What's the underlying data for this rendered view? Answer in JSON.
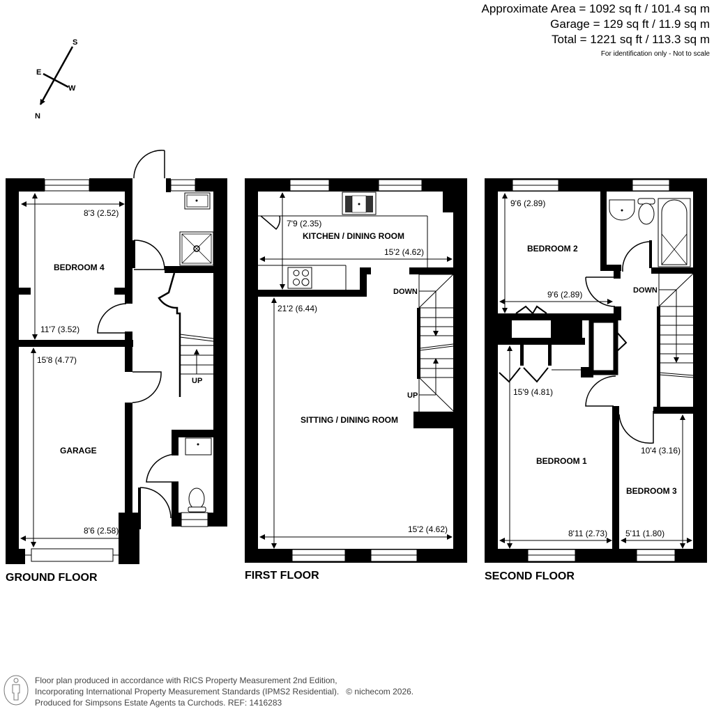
{
  "area_summary": {
    "approximate_area": "Approximate Area = 1092 sq ft / 101.4 sq m",
    "garage": "Garage = 129 sq ft / 11.9 sq m",
    "total": "Total = 1221 sq ft / 113.3 sq m",
    "disclaimer": "For identification only - Not to scale"
  },
  "compass": {
    "n": "N",
    "s": "S",
    "e": "E",
    "w": "W"
  },
  "floors": {
    "ground": {
      "title": "GROUND FLOOR",
      "rooms": {
        "bedroom4": {
          "label": "BEDROOM 4",
          "width": "8'3 (2.52)",
          "length": "11'7 (3.52)"
        },
        "garage": {
          "label": "GARAGE",
          "length": "15'8 (4.77)",
          "width": "8'6 (2.58)"
        }
      },
      "stairs": "UP"
    },
    "first": {
      "title": "FIRST FLOOR",
      "rooms": {
        "kitchen": {
          "label": "KITCHEN / DINING ROOM",
          "length": "7'9 (2.35)",
          "width": "15'2 (4.62)"
        },
        "sitting": {
          "label": "SITTING / DINING ROOM",
          "length": "21'2 (6.44)",
          "width": "15'2 (4.62)"
        }
      },
      "stairs_down": "DOWN",
      "stairs_up": "UP"
    },
    "second": {
      "title": "SECOND FLOOR",
      "rooms": {
        "bedroom2": {
          "label": "BEDROOM 2",
          "length": "9'6 (2.89)",
          "width": "9'6 (2.89)"
        },
        "bedroom1": {
          "label": "BEDROOM 1",
          "length": "15'9 (4.81)",
          "width": "8'11 (2.73)"
        },
        "bedroom3": {
          "label": "BEDROOM 3",
          "length": "10'4 (3.16)",
          "width": "5'11 (1.80)"
        }
      },
      "stairs_down": "DOWN"
    }
  },
  "footer": {
    "line1": "Floor plan produced in accordance with RICS Property Measurement 2nd Edition,",
    "line2": "Incorporating International Property Measurement Standards (IPMS2 Residential).",
    "copyright": "© nichecom 2026.",
    "line3": "Produced for Simpsons Estate Agents ta Curchods.   REF: 1416283"
  }
}
